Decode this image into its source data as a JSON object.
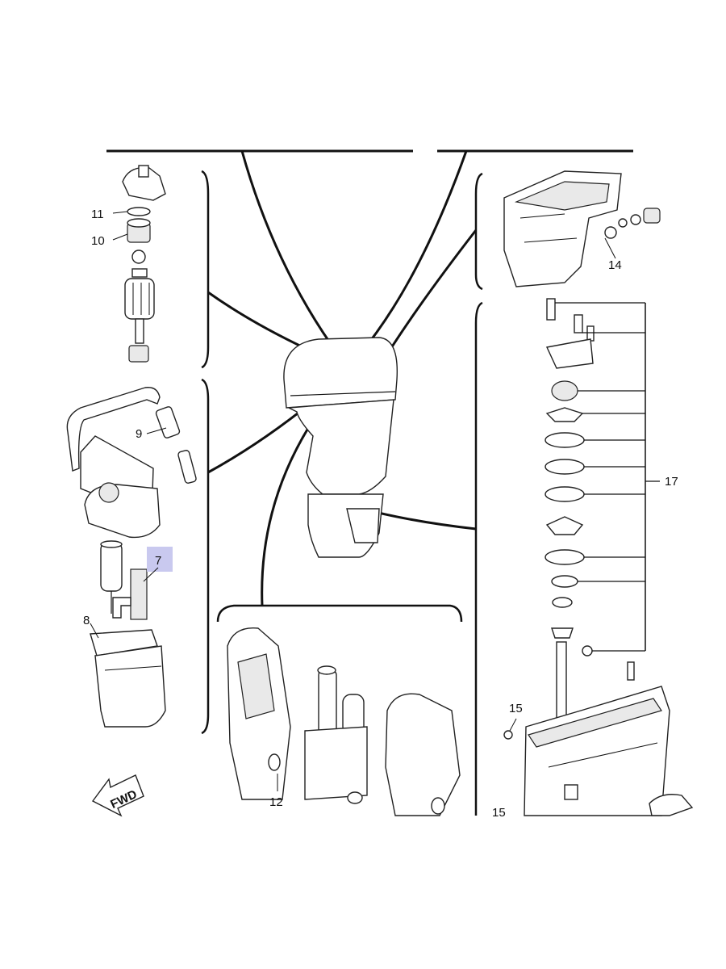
{
  "callouts": {
    "c7": "7",
    "c8": "8",
    "c9": "9",
    "c10": "10",
    "c11": "11",
    "c12": "12",
    "c14": "14",
    "c15a": "15",
    "c15b": "15",
    "c17": "17"
  },
  "arrow_label": "FWD",
  "highlight_color": "#c9c9ef"
}
